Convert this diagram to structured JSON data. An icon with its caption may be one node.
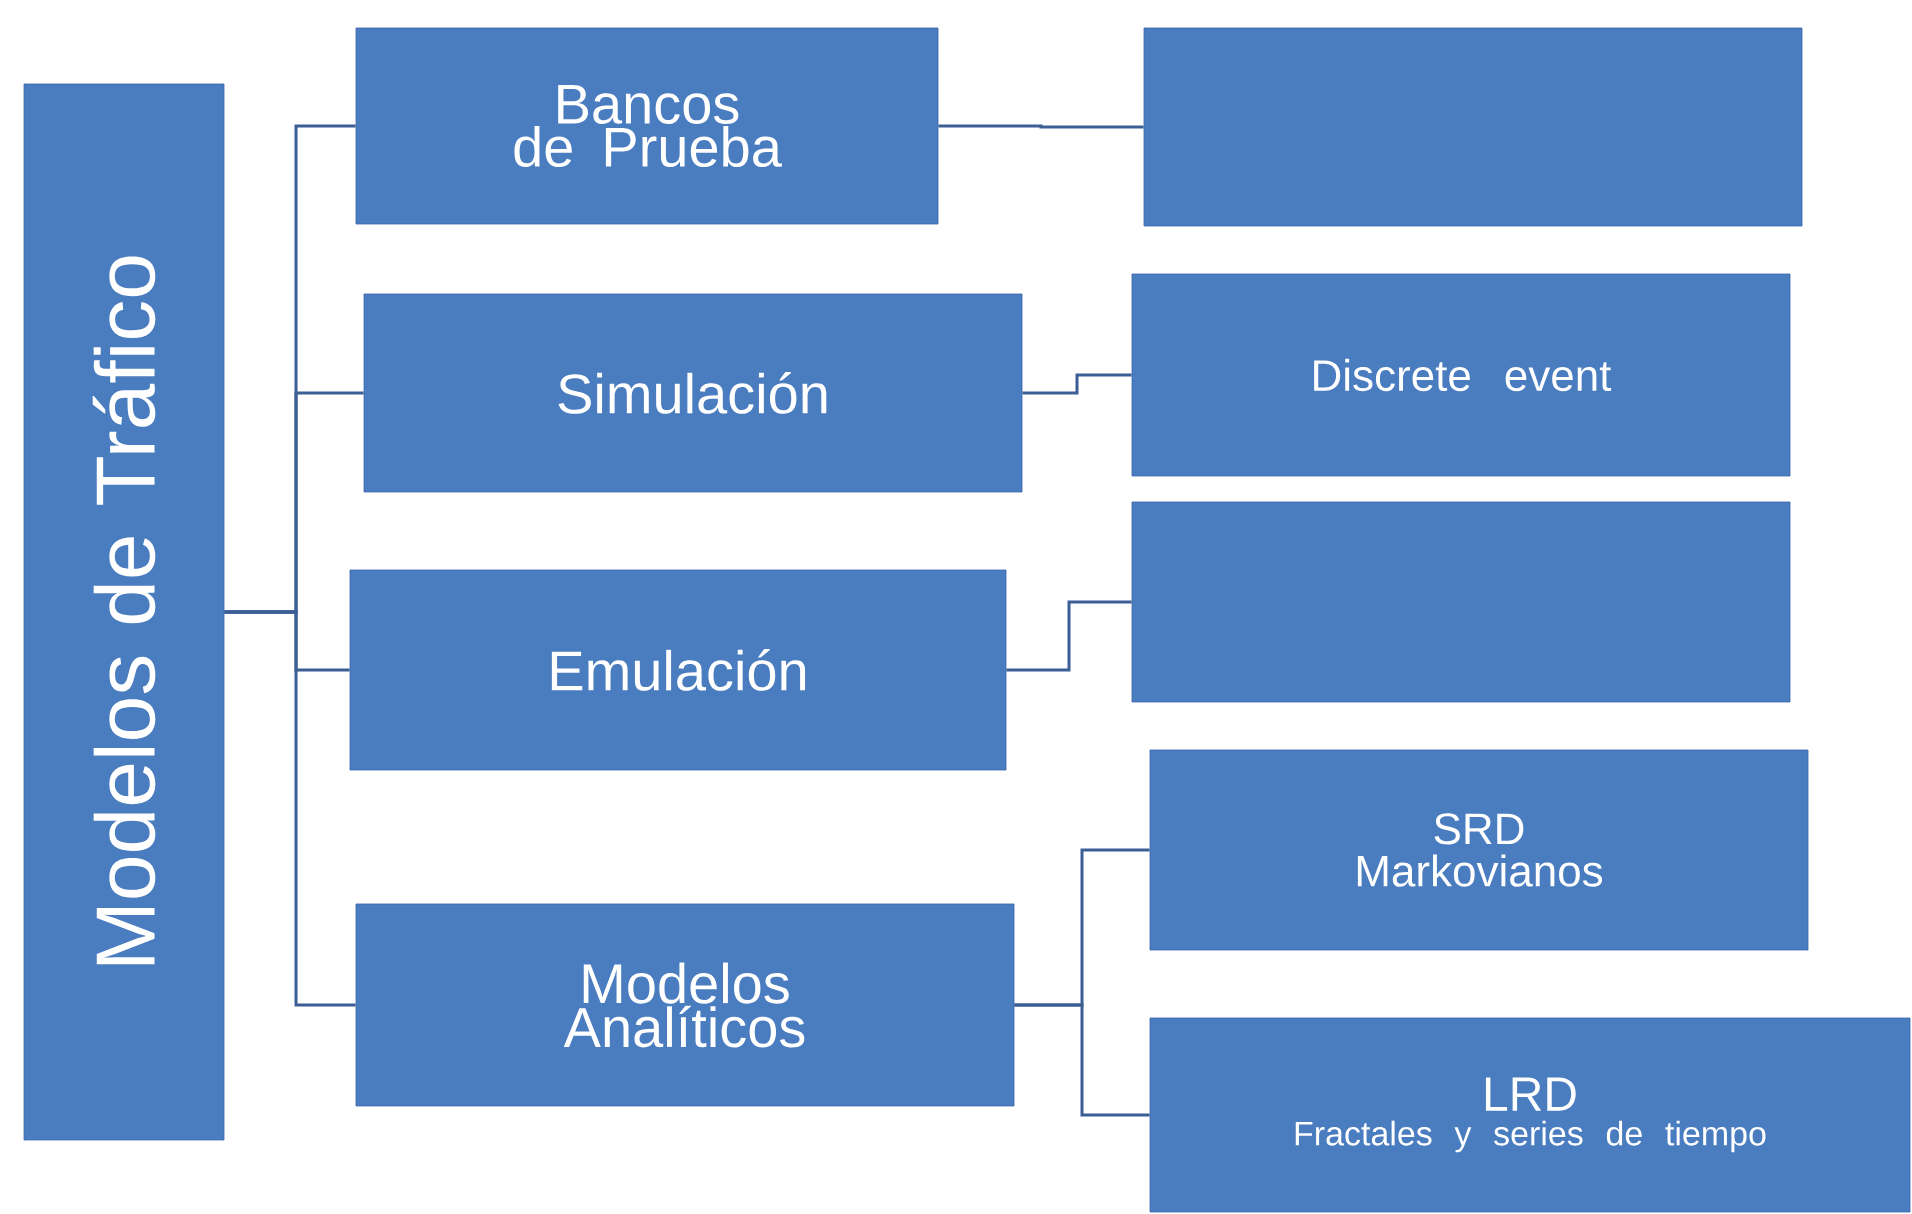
{
  "diagram": {
    "nodes": [
      {
        "text": [
          "Modelos de Tráfico"
        ]
      },
      {
        "text": [
          "Bancos de Prueba"
        ]
      },
      {
        "text": [
          "Simulación"
        ]
      },
      {
        "text": [
          "Emulación"
        ]
      },
      {
        "text": [
          "Modelos Analíticos"
        ]
      },
      {
        "text": [],
        "shape": "box"
      },
      {
        "text": [
          "Discrete event"
        ]
      },
      {
        "text": [],
        "shape": "box"
      },
      {
        "text": [
          "SRD",
          "Markovianos"
        ]
      },
      {
        "text": [
          "LRD",
          "Fractales y series de tiempo"
        ]
      }
    ],
    "edges": [
      {
        "from": 0,
        "to": 1,
        "arrow": "none"
      },
      {
        "from": 0,
        "to": 2,
        "arrow": "none"
      },
      {
        "from": 0,
        "to": 3,
        "arrow": "none"
      },
      {
        "from": 0,
        "to": 4,
        "arrow": "none"
      },
      {
        "from": 1,
        "to": 5,
        "arrow": "none"
      },
      {
        "from": 2,
        "to": 6,
        "arrow": "none"
      },
      {
        "from": 3,
        "to": 7,
        "arrow": "none"
      },
      {
        "from": 4,
        "to": 8,
        "arrow": "none"
      },
      {
        "from": 4,
        "to": 9,
        "arrow": "none"
      }
    ]
  }
}
